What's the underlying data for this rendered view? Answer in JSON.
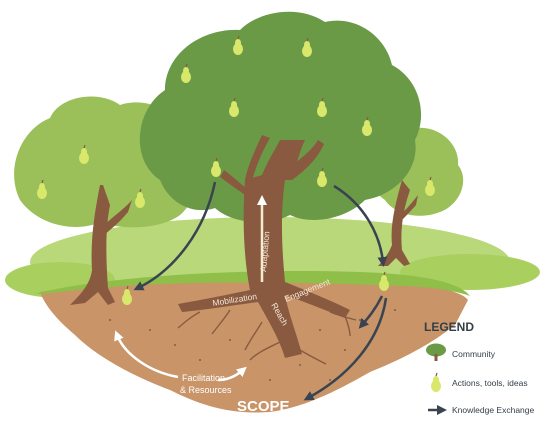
{
  "labels": {
    "mobilization": "Mobilization",
    "engagement": "Engagement",
    "reach": "Reach",
    "adaptation": "Adaptation",
    "facilitation_line1": "Facilitation",
    "facilitation_line2": "& Resources",
    "scope": "SCOPE"
  },
  "legend": {
    "title": "LEGEND",
    "items": [
      {
        "label": "Community",
        "icon": "tree-icon"
      },
      {
        "label": "Actions, tools, ideas",
        "icon": "pear-icon"
      },
      {
        "label": "Knowledge Exchange",
        "icon": "arrow-icon"
      }
    ]
  },
  "colors": {
    "canopy_dark": "#6b9a47",
    "canopy_light": "#9bc05a",
    "trunk": "#8a5a40",
    "soil": "#c89468",
    "grass": "#a9cf5e",
    "pear": "#d9e86a",
    "arrow_dark": "#3a4450",
    "arrow_light": "#ffffff"
  }
}
